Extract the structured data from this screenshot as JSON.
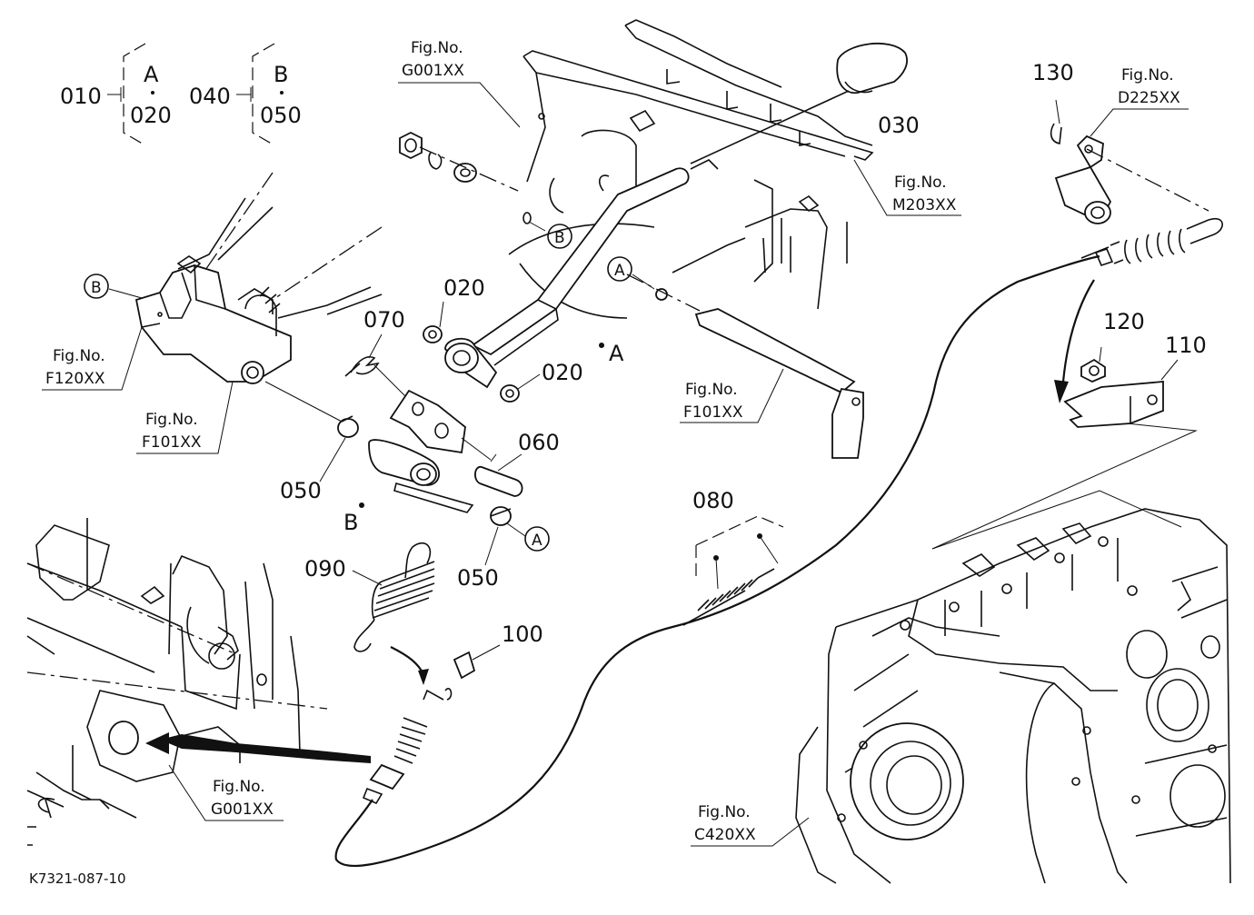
{
  "diagram": {
    "code": "K7321-087-10",
    "parts": {
      "p010": "010",
      "p020": "020",
      "p030": "030",
      "p040": "040",
      "p050": "050",
      "p060": "060",
      "p070": "070",
      "p080": "080",
      "p090": "090",
      "p100": "100",
      "p110": "110",
      "p120": "120",
      "p130": "130"
    },
    "group_markers": {
      "a": "A",
      "b": "B"
    },
    "fig_label": "Fig.No.",
    "figs": {
      "g001": "G001XX",
      "m203": "M203XX",
      "d225": "D225XX",
      "f120": "F120XX",
      "f101": "F101XX",
      "c420": "C420XX"
    }
  }
}
